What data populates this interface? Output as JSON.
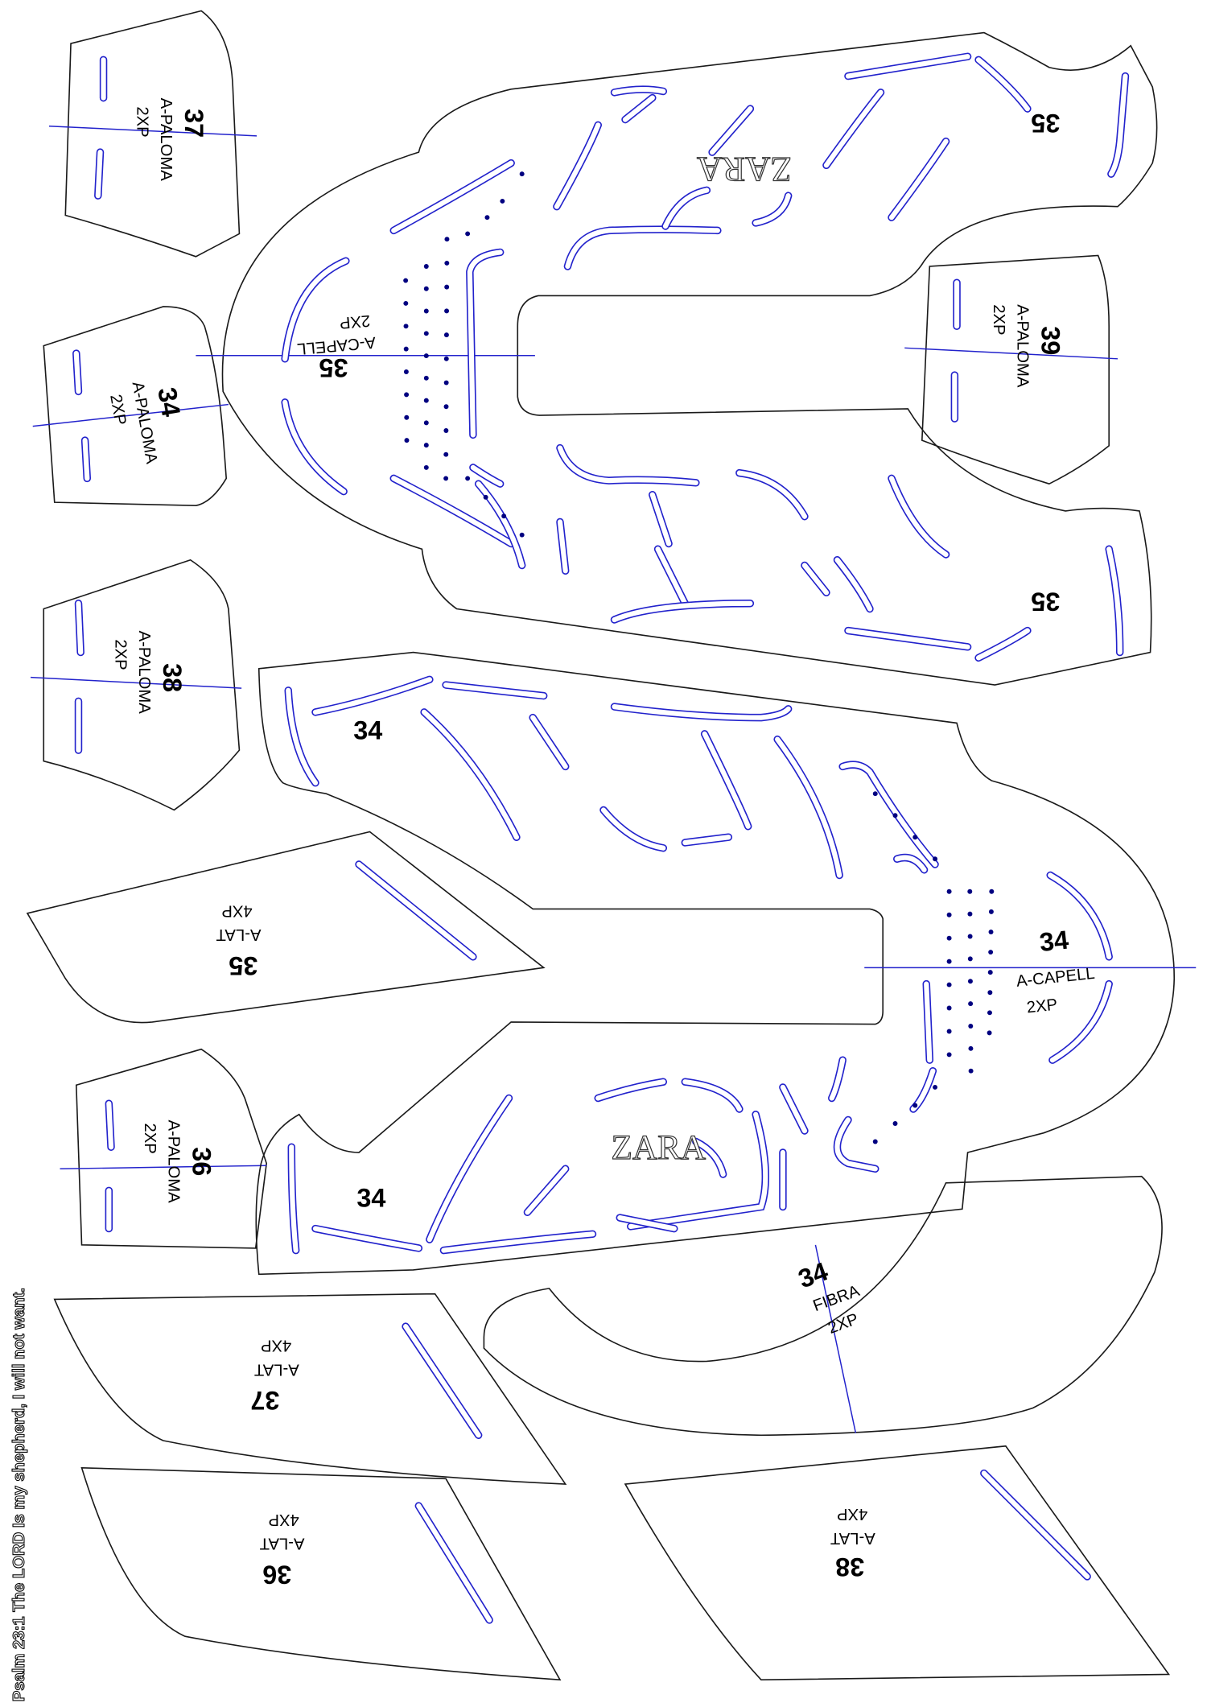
{
  "footer_text": "Psalm 23:1 The LORD Is my shepherd, I will not want.",
  "colors": {
    "outline": "#1a1a1a",
    "slot": "#2222cc",
    "perforation": "#000080"
  },
  "brand_top": "ZARA",
  "brand_bottom": "ZARA",
  "paloma": {
    "p37": {
      "size": "37",
      "name": "A-PALOMA",
      "qty": "2XP"
    },
    "p34": {
      "size": "34",
      "name": "A-PALOMA",
      "qty": "2XP"
    },
    "p38": {
      "size": "38",
      "name": "A-PALOMA",
      "qty": "2XP"
    },
    "p36": {
      "size": "36",
      "name": "A-PALOMA",
      "qty": "2XP"
    },
    "p39": {
      "size": "39",
      "name": "A-PALOMA",
      "qty": "2XP"
    }
  },
  "upper35": {
    "size": "35",
    "name": "A-CAPELL",
    "qty": "2XP",
    "heel_a": "35",
    "heel_b": "35"
  },
  "upper34": {
    "size": "34",
    "name": "A-CAPELL",
    "qty": "2XP",
    "heel_a": "34",
    "heel_b": "34"
  },
  "lat": {
    "p35": {
      "size": "35",
      "name": "A-LAT",
      "qty": "4XP"
    },
    "p37": {
      "size": "37",
      "name": "A-LAT",
      "qty": "4XP"
    },
    "p36": {
      "size": "36",
      "name": "A-LAT",
      "qty": "4XP"
    },
    "p38": {
      "size": "38",
      "name": "A-LAT",
      "qty": "4XP"
    }
  },
  "fibra": {
    "size": "34",
    "name": "FIBRA",
    "qty": "2XP"
  }
}
